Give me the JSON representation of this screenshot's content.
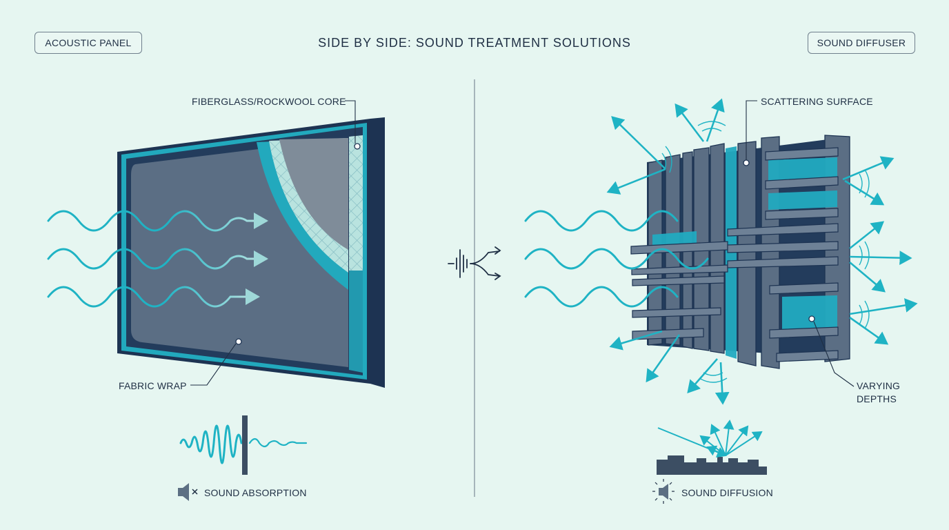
{
  "title": "SIDE BY SIDE: SOUND TREATMENT SOLUTIONS",
  "left_panel": {
    "tag": "ACOUSTIC PANEL",
    "core_label": "FIBERGLASS/ROCKWOOL CORE",
    "fabric_label": "FABRIC WRAP",
    "caption": "SOUND ABSORPTION",
    "caption_icon": "speaker-mute-icon"
  },
  "right_panel": {
    "tag": "SOUND DIFFUSER",
    "surface_label": "SCATTERING SURFACE",
    "depth_label_line1": "VARYING",
    "depth_label_line2": "DEPTHS",
    "caption": "SOUND DIFFUSION",
    "caption_icon": "speaker-scatter-icon"
  },
  "center_icon": "absorb-vs-scatter-icon",
  "colors": {
    "background": "#e6f6f1",
    "accent": "#1fb3c4",
    "panel_face": "#5b6e84",
    "panel_dark": "#1d3352",
    "text": "#1f2f44"
  }
}
